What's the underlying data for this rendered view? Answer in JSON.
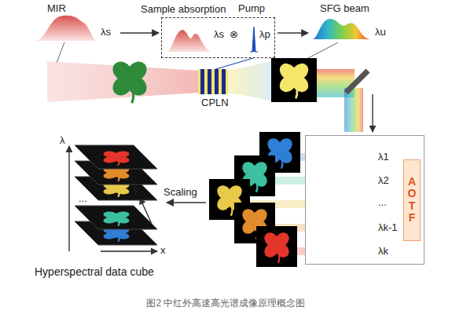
{
  "diagram": {
    "caption": "图2 中红外高速高光谱成像原理概念图",
    "nodes": [
      {
        "text": [
          "MIR",
          "λs"
        ]
      },
      {
        "text": [
          "Sample absorption",
          "λs",
          "⊗",
          "λp"
        ]
      },
      {
        "text": [
          "SFG beam",
          "λu"
        ]
      },
      {
        "text": [
          "λ1",
          "λ2",
          "...",
          "λk-1",
          "λk"
        ]
      },
      {
        "text": [
          "AOTF"
        ],
        "in": 3
      }
    ],
    "edges": [
      {
        "from": 0,
        "to": 1,
        "arrow": "to"
      },
      {
        "from": 1,
        "to": 2,
        "arrow": "to"
      }
    ],
    "labels": [
      "Pump",
      "CPLN",
      "Scaling",
      "Hyperspectral data cube",
      "λ",
      "y",
      "x",
      "..."
    ]
  }
}
